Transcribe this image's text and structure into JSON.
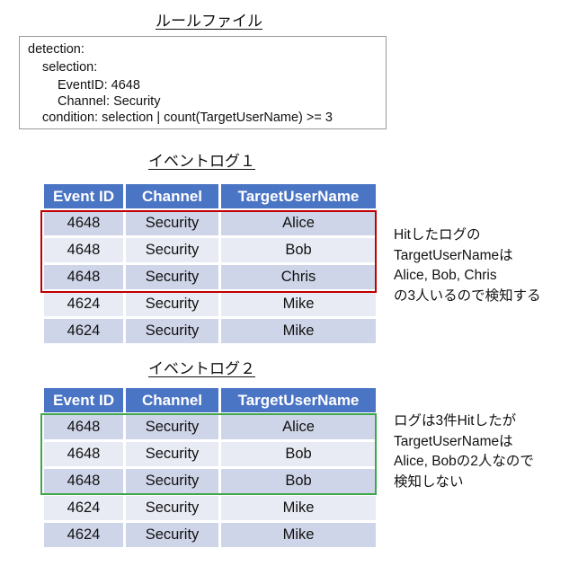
{
  "rule": {
    "title": "ルールファイル",
    "lines": [
      "detection:",
      "selection:",
      "EventID: 4648",
      "Channel: Security",
      "condition: selection | count(TargetUserName) >= 3"
    ]
  },
  "log1": {
    "title": "イベントログ１",
    "headers": [
      "Event ID",
      "Channel",
      "TargetUserName"
    ],
    "rows": [
      [
        "4648",
        "Security",
        "Alice"
      ],
      [
        "4648",
        "Security",
        "Bob"
      ],
      [
        "4648",
        "Security",
        "Chris"
      ],
      [
        "4624",
        "Security",
        "Mike"
      ],
      [
        "4624",
        "Security",
        "Mike"
      ]
    ],
    "note": [
      "Hitしたログの",
      "TargetUserNameは",
      "Alice, Bob, Chris",
      "の3人いるので検知する"
    ]
  },
  "log2": {
    "title": "イベントログ２",
    "headers": [
      "Event ID",
      "Channel",
      "TargetUserName"
    ],
    "rows": [
      [
        "4648",
        "Security",
        "Alice"
      ],
      [
        "4648",
        "Security",
        "Bob"
      ],
      [
        "4648",
        "Security",
        "Bob"
      ],
      [
        "4624",
        "Security",
        "Mike"
      ],
      [
        "4624",
        "Security",
        "Mike"
      ]
    ],
    "note": [
      "ログは3件Hitしたが",
      "TargetUserNameは",
      "Alice, Bobの2人なので",
      "検知しない"
    ]
  },
  "colors": {
    "header": "#4a74c4",
    "row_dark": "#cfd5e8",
    "row_light": "#e8ebf4",
    "hit_detected": "#c00000",
    "hit_not_detected": "#3fa64a"
  }
}
